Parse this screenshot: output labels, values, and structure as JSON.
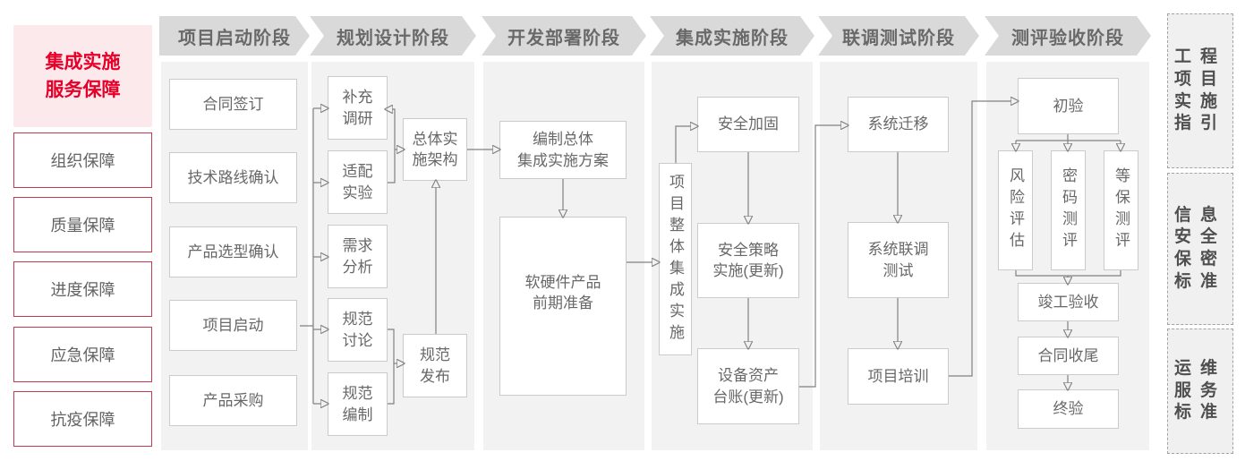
{
  "palette": {
    "title_red": "#e60029",
    "title_bg": "#fbe9ec",
    "accent_red": "#c4394e",
    "header_bg": "#d9d9d9",
    "header_text": "#696969",
    "column_bg": "#f2f2f2",
    "node_border": "#cbcbcb",
    "node_text": "#686868",
    "line": "#818181",
    "standard_text": "#4f4f4f"
  },
  "sidebar": {
    "title": "集成实施\n服务保障",
    "items": [
      "组织保障",
      "质量保障",
      "进度保障",
      "应急保障",
      "抗疫保障"
    ]
  },
  "phases": [
    {
      "header": "项目启动阶段",
      "nodes": [
        "合同签订",
        "技术路线确认",
        "产品选型确认",
        "项目启动",
        "产品采购"
      ]
    },
    {
      "header": "规划设计阶段",
      "nodes": [
        "补充\n调研",
        "适配\n实验",
        "需求\n分析",
        "规范\n讨论",
        "规范\n编制",
        "总体实\n施架构",
        "规范\n发布"
      ]
    },
    {
      "header": "开发部署阶段",
      "nodes": [
        "编制总体\n集成实施方案",
        "软硬件产品\n前期准备"
      ]
    },
    {
      "header": "集成实施阶段",
      "nodes": [
        "项目整体集成实施",
        "安全加固",
        "安全策略\n实施(更新)",
        "设备资产\n台账(更新)"
      ]
    },
    {
      "header": "联调测试阶段",
      "nodes": [
        "系统迁移",
        "系统联调\n测试",
        "项目培训"
      ]
    },
    {
      "header": "测评验收阶段",
      "nodes": [
        "初验",
        "风险评估",
        "密码测评",
        "等保测评",
        "竣工验收",
        "合同收尾",
        "终验"
      ]
    }
  ],
  "standards": [
    "工程\n项目\n实施\n指引",
    "信息\n安全\n保密\n标准",
    "运维\n服务\n标准"
  ]
}
